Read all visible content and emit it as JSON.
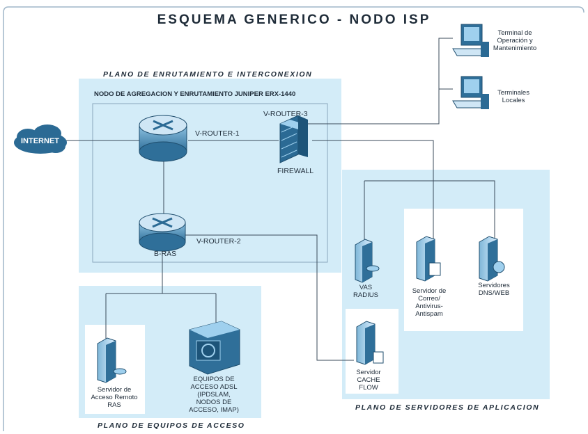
{
  "title": "ESQUEMA GENERICO - NODO ISP",
  "planes": {
    "routing": "PLANO DE ENRUTAMIENTO E INTERCONEXION",
    "access": "PLANO DE EQUIPOS DE ACCESO",
    "servers": "PLANO DE SERVIDORES DE APLICACION"
  },
  "aggregation_node": "NODO DE AGREGACION Y ENRUTAMIENTO JUNIPER ERX-1440",
  "internet": "INTERNET",
  "routers": {
    "v1": "V-ROUTER-1",
    "v2": "V-ROUTER-2",
    "v3": "V-ROUTER-3",
    "bras": "B-RAS"
  },
  "firewall": "FIREWALL",
  "terminals": {
    "ops": "Terminal de\nOperación y\nMantenimiento",
    "local": "Terminales\nLocales"
  },
  "servers": {
    "vas": "VAS\nRADIUS",
    "mail": "Servidor de\nCorreo/\nAntivirus-\nAntispam",
    "dns": "Servidores\nDNS/WEB",
    "cache": "Servidor\nCACHE\nFLOW",
    "ras": "Servidor de\nAcceso Remoto\nRAS"
  },
  "adsl": "EQUIPOS DE\nACCESO ADSL\n(IPDSLAM,\nNODOS DE\nACCESO, IMAP)",
  "colors": {
    "panel": "#d3ecf8",
    "device": "#2b6a94",
    "line": "#3a4a5a"
  }
}
